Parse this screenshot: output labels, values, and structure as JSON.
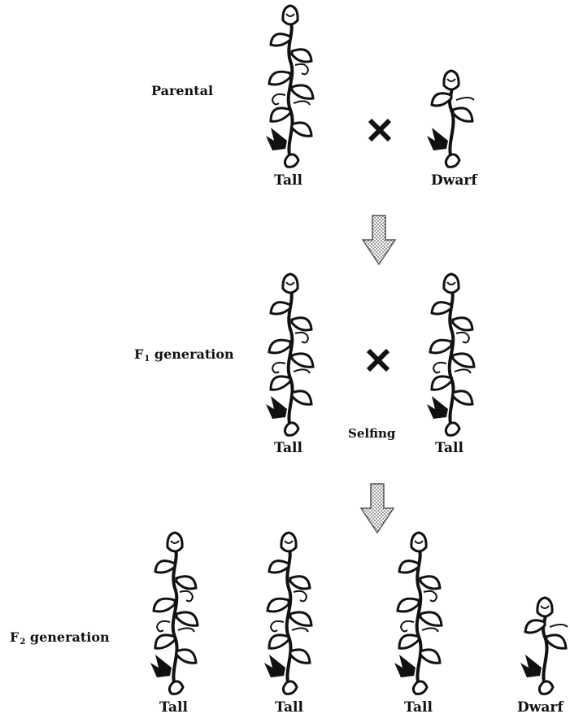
{
  "generations": {
    "parental": "Parental",
    "f1_prefix": "F",
    "f1_sub": "1",
    "f1_suffix": " generation",
    "f2_prefix": "F",
    "f2_sub": "2",
    "f2_suffix": " generation"
  },
  "plant_labels": {
    "p_tall": "Tall",
    "p_dwarf": "Dwarf",
    "f1_left": "Tall",
    "f1_right": "Tall",
    "f2_1": "Tall",
    "f2_2": "Tall",
    "f2_3": "Tall",
    "f2_4": "Dwarf"
  },
  "selfing_label": "Selfing",
  "icons": {
    "plant": "pea-plant-icon",
    "cross": "cross-icon",
    "arrow": "down-arrow-icon"
  },
  "colors": {
    "ink": "#111111",
    "arrow_fill": "#cfcfcf"
  }
}
